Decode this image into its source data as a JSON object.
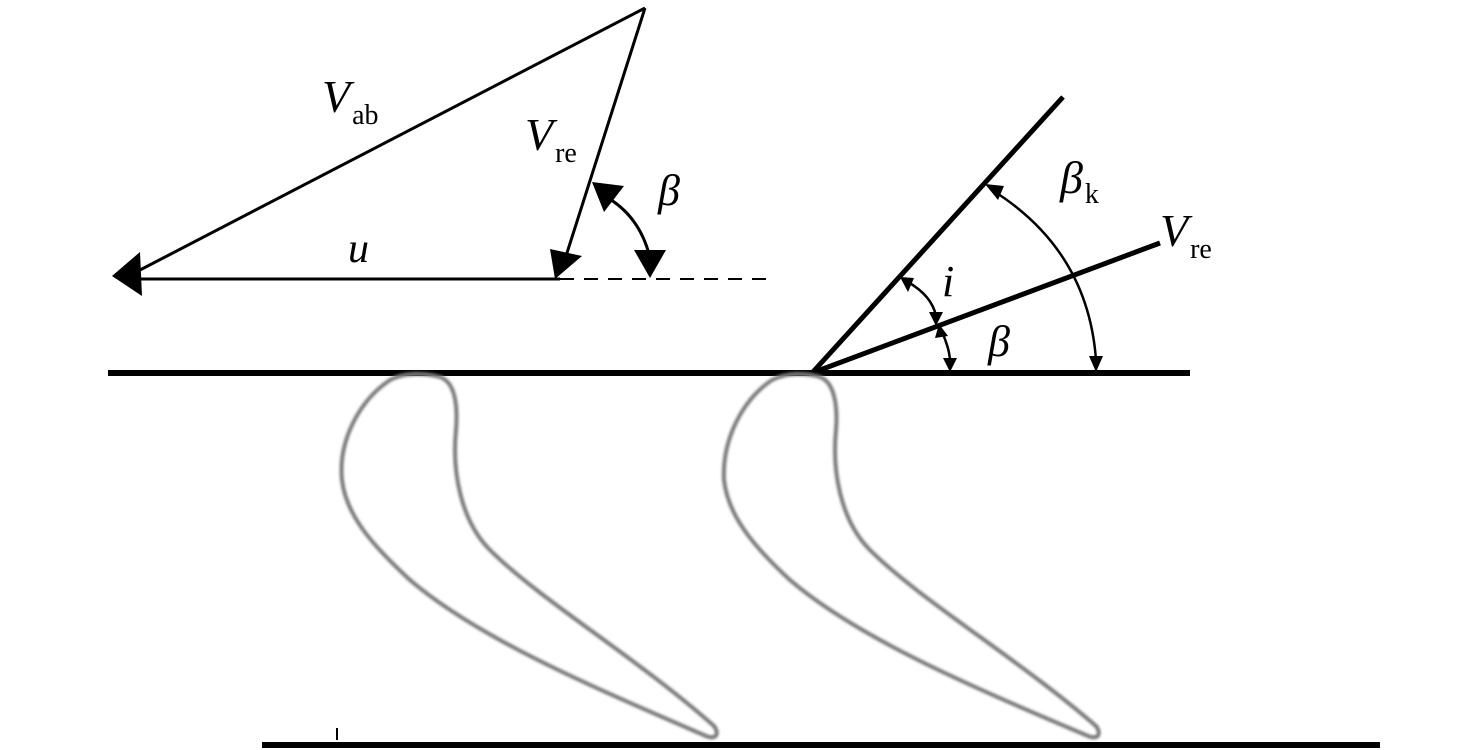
{
  "diagram": {
    "velocity_triangle": {
      "absolute_velocity": {
        "symbol": "V",
        "subscript": "ab"
      },
      "relative_velocity": {
        "symbol": "V",
        "subscript": "re"
      },
      "blade_speed": {
        "symbol": "u"
      },
      "flow_angle": {
        "symbol": "β"
      }
    },
    "blade_inlet": {
      "blade_angle": {
        "symbol": "β",
        "subscript": "k"
      },
      "relative_velocity": {
        "symbol": "V",
        "subscript": "re"
      },
      "incidence_angle": {
        "symbol": "i"
      },
      "flow_angle": {
        "symbol": "β"
      }
    },
    "blades": {
      "count": 2,
      "outline_color": "#7a7a7a"
    },
    "colors": {
      "line": "#000000",
      "background": "#ffffff"
    }
  }
}
